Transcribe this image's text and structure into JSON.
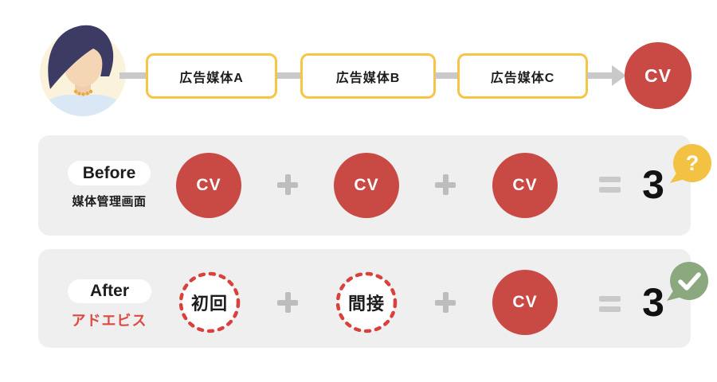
{
  "journey": {
    "media": [
      {
        "label": "広告媒体A"
      },
      {
        "label": "広告媒体B"
      },
      {
        "label": "広告媒体C"
      }
    ],
    "goal": {
      "label": "CV"
    }
  },
  "before": {
    "tag": "Before",
    "subtitle": "媒体管理画面",
    "circles": [
      {
        "label": "CV",
        "variant": "solid"
      },
      {
        "label": "CV",
        "variant": "solid"
      },
      {
        "label": "CV",
        "variant": "solid"
      }
    ],
    "result": "3",
    "badge_symbol": "?"
  },
  "after": {
    "tag": "After",
    "subtitle": "アドエビス",
    "circles": [
      {
        "label": "初回",
        "variant": "dotted"
      },
      {
        "label": "間接",
        "variant": "dotted"
      },
      {
        "label": "CV",
        "variant": "solid"
      }
    ],
    "result": "3",
    "badge_icon": "check"
  },
  "colors": {
    "cv_red": "#C94945",
    "highlight_yellow": "#F7C545",
    "badge_yellow": "#F3C242",
    "success_green": "#8BA87F",
    "adebis_red": "#DC4B41",
    "panel_gray": "#EFEFEF",
    "connector_gray": "#C9C9C9"
  }
}
